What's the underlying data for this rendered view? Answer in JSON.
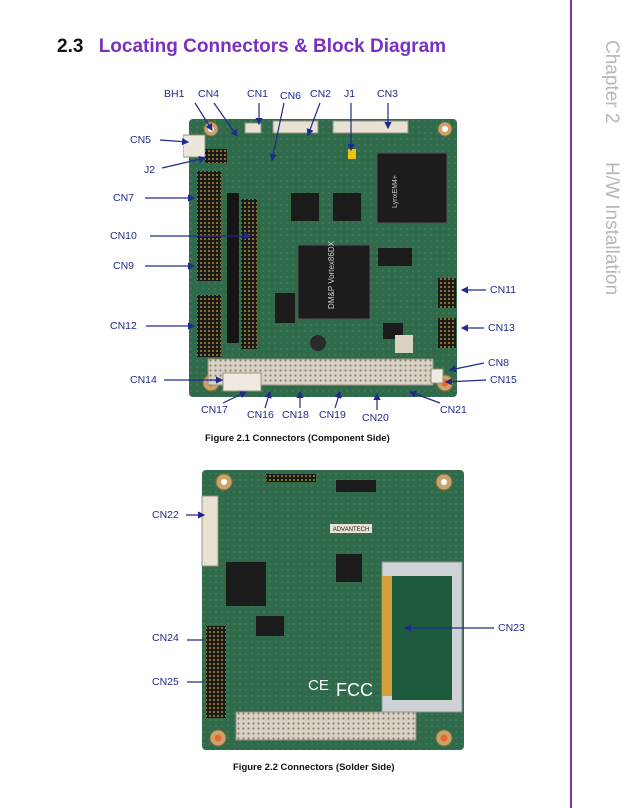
{
  "section": {
    "number": "2.3",
    "title": "Locating Connectors & Block Diagram"
  },
  "sidebar": {
    "chapter": "Chapter 2",
    "topic": "H/W Installation",
    "accent": "#7b2fbf"
  },
  "figure1": {
    "caption": "Figure 2.1 Connectors (Component Side)",
    "labels": {
      "bh1": "BH1",
      "cn4": "CN4",
      "cn1": "CN1",
      "cn6": "CN6",
      "cn2": "CN2",
      "j1": "J1",
      "cn3": "CN3",
      "cn5": "CN5",
      "j2": "J2",
      "cn7": "CN7",
      "cn10": "CN10",
      "cn9": "CN9",
      "cn12": "CN12",
      "cn14": "CN14",
      "cn17": "CN17",
      "cn16": "CN16",
      "cn18": "CN18",
      "cn19": "CN19",
      "cn20": "CN20",
      "cn21": "CN21",
      "cn11": "CN11",
      "cn13": "CN13",
      "cn8": "CN8",
      "cn15": "CN15"
    },
    "chip_marks": {
      "cpu": "DM&P Vortex86DX",
      "graphics": "LynxEM4+"
    }
  },
  "figure2": {
    "caption": "Figure 2.2 Connectors (Solder Side)",
    "labels": {
      "cn22": "CN22",
      "cn23": "CN23",
      "cn24": "CN24",
      "cn25": "CN25"
    },
    "marks": {
      "brand": "ADVANTECH",
      "fcc": "FCC",
      "ce": "CE"
    }
  },
  "colors": {
    "label": "#1f2a8c",
    "heading": "#7b2fbf",
    "pcb": "#2f6a4a"
  }
}
